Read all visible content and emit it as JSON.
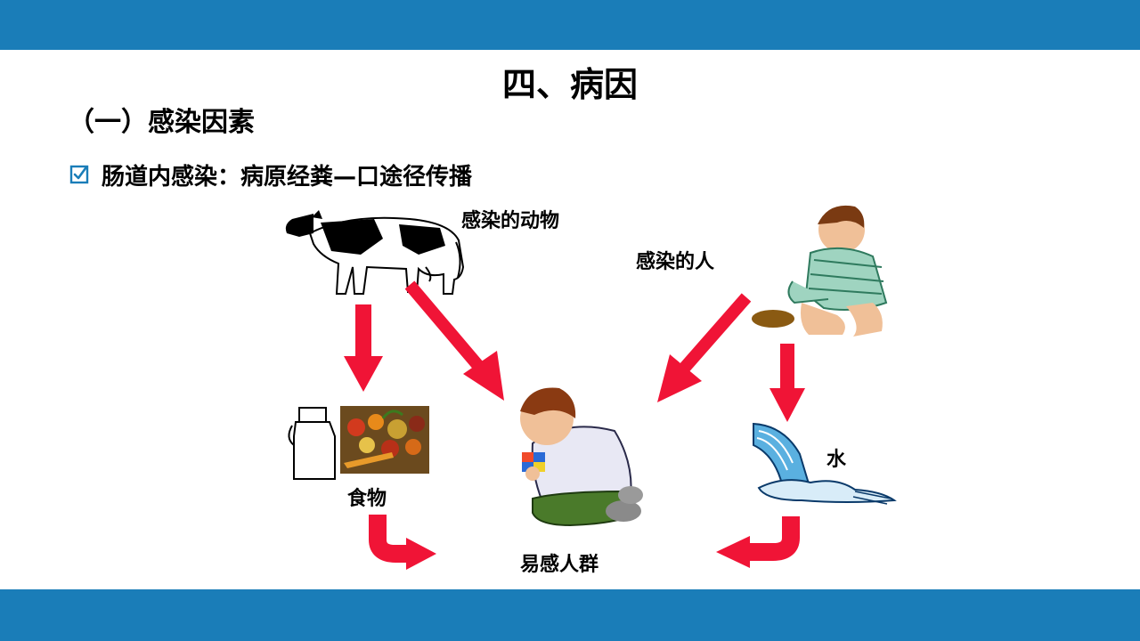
{
  "slide": {
    "title": "四、病因",
    "subtitle": "（一）感染因素",
    "bullet_text": "肠道内感染：病原经粪—口途径传播"
  },
  "labels": {
    "infected_animal": "感染的动物",
    "infected_person": "感染的人",
    "food": "食物",
    "water": "水",
    "susceptible_people": "易感人群"
  },
  "colors": {
    "band": "#1a7db8",
    "arrow": "#f01436",
    "checkbox": "#1a7db8"
  }
}
